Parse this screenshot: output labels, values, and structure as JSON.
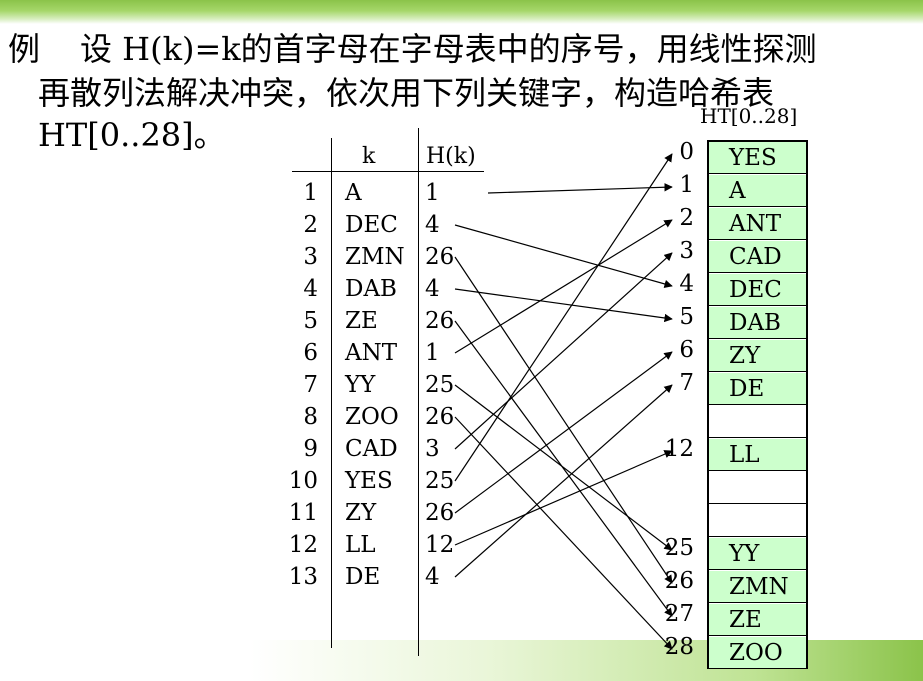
{
  "heading": {
    "label": "例",
    "line1": "设 H(k)=k的首字母在字母表中的序号，用线性探测",
    "line2": "再散列法解决冲突，依次用下列关键字，构造哈希表",
    "line3": "HT[0..28]。"
  },
  "key_table": {
    "col_k": "k",
    "col_h": "H(k)",
    "rows": [
      {
        "n": "1",
        "k": "A",
        "h": "1"
      },
      {
        "n": "2",
        "k": "DEC",
        "h": "4"
      },
      {
        "n": "3",
        "k": "ZMN",
        "h": "26"
      },
      {
        "n": "4",
        "k": "DAB",
        "h": "4"
      },
      {
        "n": "5",
        "k": "ZE",
        "h": "26"
      },
      {
        "n": "6",
        "k": "ANT",
        "h": "1"
      },
      {
        "n": "7",
        "k": "YY",
        "h": "25"
      },
      {
        "n": "8",
        "k": "ZOO",
        "h": "26"
      },
      {
        "n": "9",
        "k": "CAD",
        "h": "3"
      },
      {
        "n": "10",
        "k": "YES",
        "h": "25"
      },
      {
        "n": "11",
        "k": "ZY",
        "h": "26"
      },
      {
        "n": "12",
        "k": "LL",
        "h": "12"
      },
      {
        "n": "13",
        "k": "DE",
        "h": "4"
      }
    ]
  },
  "hash_table": {
    "caption": "HT[0..28]",
    "slots": [
      {
        "index": "0",
        "key": "YES"
      },
      {
        "index": "1",
        "key": "A"
      },
      {
        "index": "2",
        "key": "ANT"
      },
      {
        "index": "3",
        "key": "CAD"
      },
      {
        "index": "4",
        "key": "DEC"
      },
      {
        "index": "5",
        "key": "DAB"
      },
      {
        "index": "6",
        "key": "ZY"
      },
      {
        "index": "7",
        "key": "DE"
      },
      {
        "index": "",
        "key": ""
      },
      {
        "index": "12",
        "key": "LL"
      },
      {
        "index": "",
        "key": ""
      },
      {
        "index": "",
        "key": ""
      },
      {
        "index": "25",
        "key": "YY"
      },
      {
        "index": "26",
        "key": "ZMN"
      },
      {
        "index": "27",
        "key": "ZE"
      },
      {
        "index": "28",
        "key": "ZOO"
      }
    ]
  },
  "mappings": [
    {
      "row": 1,
      "slot": 1
    },
    {
      "row": 2,
      "slot": 4
    },
    {
      "row": 3,
      "slot": 13
    },
    {
      "row": 4,
      "slot": 5
    },
    {
      "row": 5,
      "slot": 14
    },
    {
      "row": 6,
      "slot": 2
    },
    {
      "row": 7,
      "slot": 12
    },
    {
      "row": 8,
      "slot": 15
    },
    {
      "row": 9,
      "slot": 3
    },
    {
      "row": 10,
      "slot": 0
    },
    {
      "row": 11,
      "slot": 6
    },
    {
      "row": 12,
      "slot": 9
    },
    {
      "row": 13,
      "slot": 7
    }
  ],
  "colors": {
    "accent_green": "#8bc34a",
    "filled_slot": "#ccffcc"
  }
}
